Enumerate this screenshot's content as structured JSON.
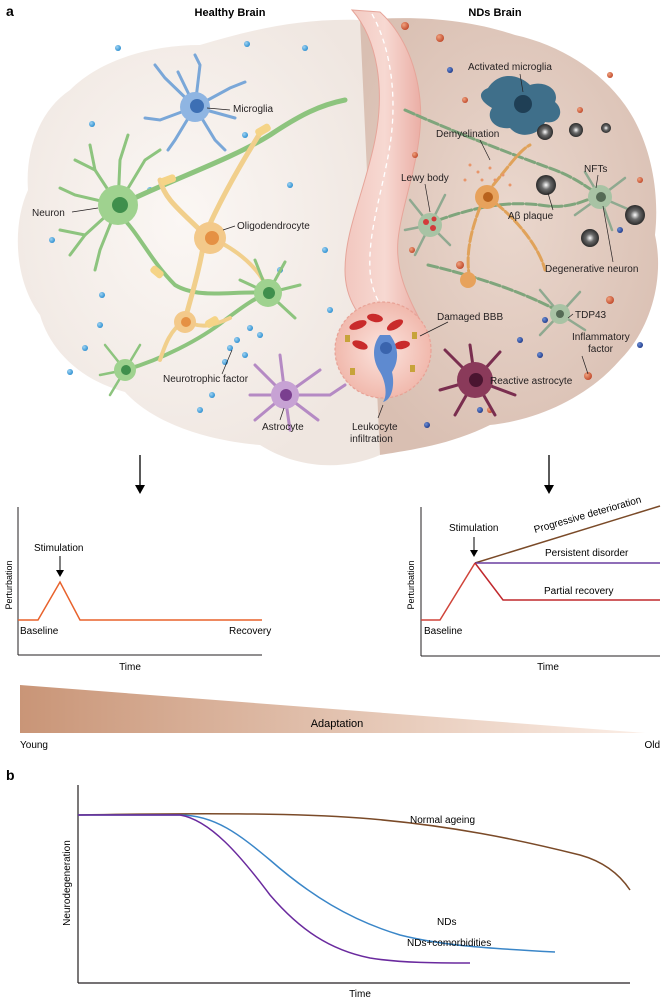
{
  "panel_a": {
    "label": "a",
    "healthy_title": "Healthy Brain",
    "nds_title": "NDs Brain",
    "healthy_labels": {
      "microglia": "Microglia",
      "neuron": "Neuron",
      "oligodendrocyte": "Oligodendrocyte",
      "neurotrophic": "Neurotrophic factor",
      "astrocyte": "Astrocyte"
    },
    "nds_labels": {
      "activated_microglia": "Activated microglia",
      "demyelination": "Demyelination",
      "lewy_body": "Lewy body",
      "nfts": "NFTs",
      "abeta": "Aβ plaque",
      "degenerative_neuron": "Degenerative neuron",
      "damaged_bbb": "Damaged BBB",
      "tdp43": "TDP43",
      "inflammatory_1": "Inflammatory",
      "inflammatory_2": "factor",
      "reactive_astrocyte": "Reactive astrocyte",
      "leukocyte_1": "Leukocyte",
      "leukocyte_2": "infiltration"
    },
    "healthy_plot": {
      "ylabel": "Perturbation",
      "xlabel": "Time",
      "stimulation": "Stimulation",
      "baseline": "Baseline",
      "recovery": "Recovery",
      "color": "#e8622c"
    },
    "nds_plot": {
      "ylabel": "Perturbation",
      "xlabel": "Time",
      "stimulation": "Stimulation",
      "baseline": "Baseline",
      "progressive": "Progressive deterioration",
      "persistent": "Persistent disorder",
      "partial": "Partial recovery",
      "colors": {
        "progressive": "#7a4a28",
        "persistent": "#6a3fa0",
        "partial": "#c0282d",
        "rise": "#d0443a"
      }
    },
    "adaptation": {
      "label": "Adaptation",
      "young": "Young",
      "old": "Old",
      "color_start": "#c99577",
      "color_end": "#fbeee6"
    }
  },
  "panel_b": {
    "label": "b",
    "ylabel": "Neurodegeneration",
    "xlabel": "Time",
    "curves": [
      {
        "name": "Normal ageing",
        "color": "#7a4a28"
      },
      {
        "name": "NDs",
        "color": "#3a86c8"
      },
      {
        "name": "NDs+comorbidities",
        "color": "#6a2a9e"
      }
    ]
  }
}
